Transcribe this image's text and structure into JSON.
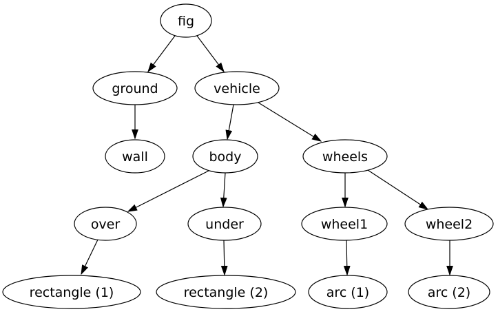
{
  "diagram": {
    "type": "tree",
    "background_color": "#ffffff",
    "node_fill_color": "#ffffff",
    "node_stroke_color": "#000000",
    "edge_color": "#000000",
    "text_color": "#000000",
    "nodes": {
      "fig": {
        "label": "fig"
      },
      "ground": {
        "label": "ground"
      },
      "vehicle": {
        "label": "vehicle"
      },
      "wall": {
        "label": "wall"
      },
      "body": {
        "label": "body"
      },
      "wheels": {
        "label": "wheels"
      },
      "over": {
        "label": "over"
      },
      "under": {
        "label": "under"
      },
      "wheel1": {
        "label": "wheel1"
      },
      "wheel2": {
        "label": "wheel2"
      },
      "rectangle1": {
        "label": "rectangle (1)"
      },
      "rectangle2": {
        "label": "rectangle (2)"
      },
      "arc1": {
        "label": "arc (1)"
      },
      "arc2": {
        "label": "arc (2)"
      }
    },
    "edges": [
      {
        "from": "fig",
        "to": "ground"
      },
      {
        "from": "fig",
        "to": "vehicle"
      },
      {
        "from": "ground",
        "to": "wall"
      },
      {
        "from": "vehicle",
        "to": "body"
      },
      {
        "from": "vehicle",
        "to": "wheels"
      },
      {
        "from": "body",
        "to": "over"
      },
      {
        "from": "body",
        "to": "under"
      },
      {
        "from": "wheels",
        "to": "wheel1"
      },
      {
        "from": "wheels",
        "to": "wheel2"
      },
      {
        "from": "over",
        "to": "rectangle1"
      },
      {
        "from": "under",
        "to": "rectangle2"
      },
      {
        "from": "wheel1",
        "to": "arc1"
      },
      {
        "from": "wheel2",
        "to": "arc2"
      }
    ]
  }
}
